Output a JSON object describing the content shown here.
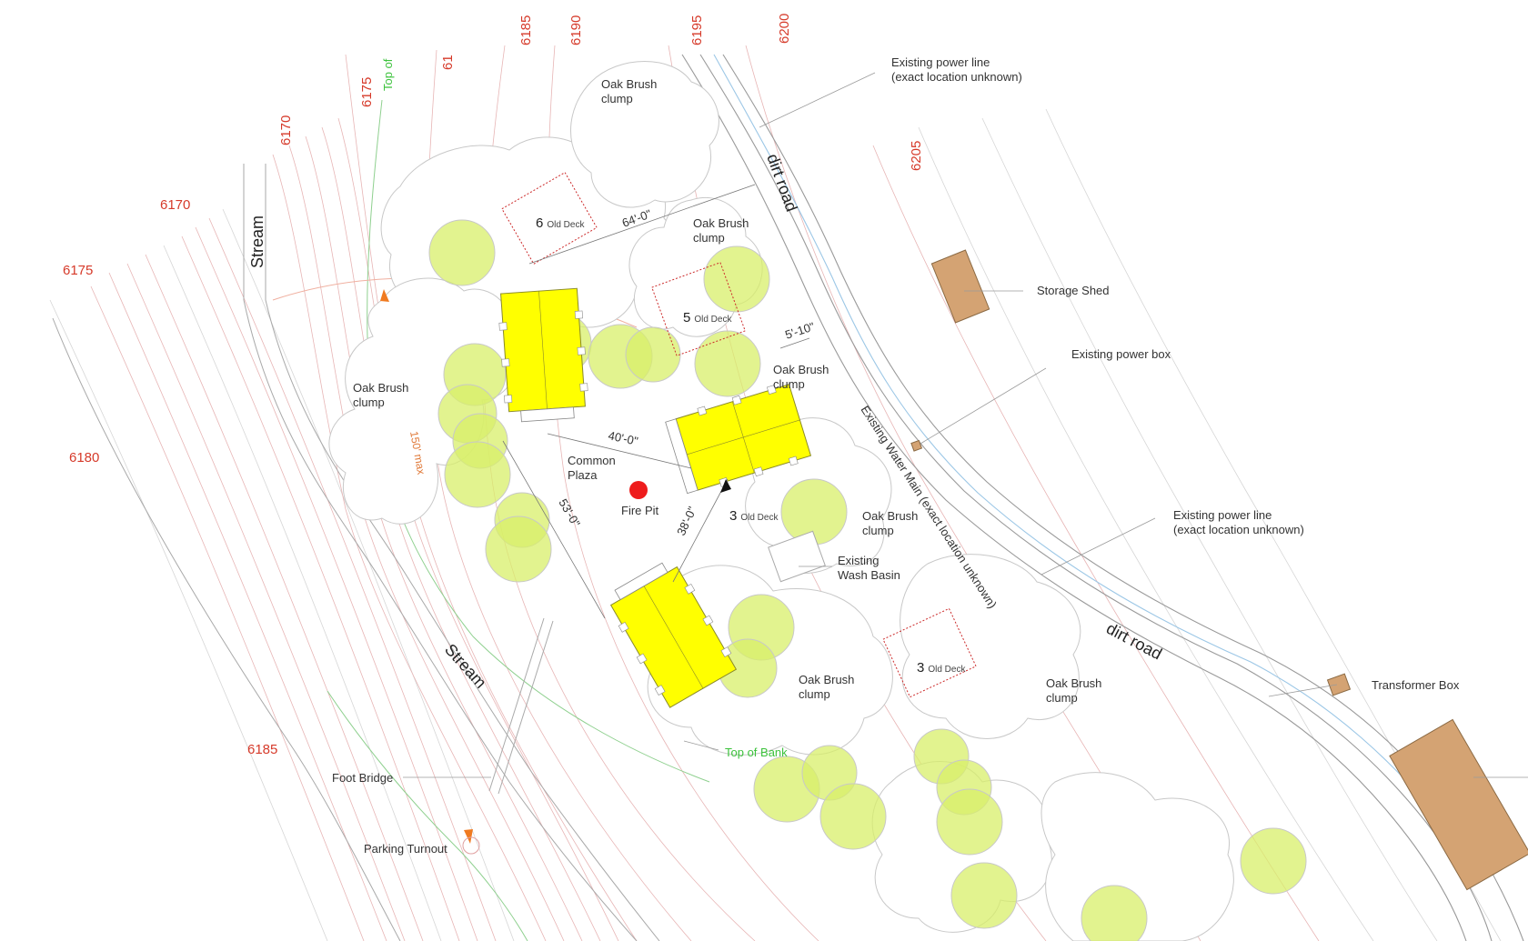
{
  "contour_labels": {
    "top_6185": "6185",
    "top_6190": "6190",
    "top_6195": "6195",
    "top_6200": "6200",
    "top_61": "61",
    "top_6175": "6175",
    "top_6170": "6170",
    "right_6205": "6205",
    "left_6170": "6170",
    "left_6175": "6175",
    "left_6180": "6180",
    "left_6185": "6185"
  },
  "labels": {
    "top_of": "Top of",
    "top_of_bank": "Top of Bank",
    "stream_upper": "Stream",
    "stream_lower": "Stream",
    "dirt_road_upper": "dirt road",
    "dirt_road_lower": "dirt road",
    "oak_top": [
      "Oak Brush",
      "clump"
    ],
    "oak_upper_center": [
      "Oak Brush",
      "clump"
    ],
    "oak_right_cabin": [
      "Oak Brush",
      "clump"
    ],
    "oak_left": [
      "Oak Brush",
      "clump"
    ],
    "oak_wash": [
      "Oak Brush",
      "clump"
    ],
    "oak_bottom_center": [
      "Oak Brush",
      "clump"
    ],
    "oak_bottom_right": [
      "Oak Brush",
      "clump"
    ],
    "common_plaza": [
      "Common",
      "Plaza"
    ],
    "fire_pit": "Fire Pit",
    "wash_basin": [
      "Existing",
      "Wash Basin"
    ],
    "power_line_top": [
      "Existing power line",
      "(exact location unknown)"
    ],
    "power_line_right": [
      "Existing power line",
      "(exact location unknown)"
    ],
    "water_main": "Existing Water Main (exact location unknown)",
    "storage_shed": "Storage Shed",
    "power_box": "Existing power box",
    "transformer_box": "Transformer Box",
    "foot_bridge": "Foot Bridge",
    "parking_turnout": "Parking Turnout",
    "max_radius": "150' max"
  },
  "decks": [
    {
      "num": "6",
      "label": "Old Deck"
    },
    {
      "num": "5",
      "label": "Old Deck"
    },
    {
      "num": "3",
      "label": "Old Deck"
    },
    {
      "num": "3",
      "label": "Old Deck"
    }
  ],
  "dimensions": {
    "d64": "64'-0\"",
    "d40": "40'-0\"",
    "d5_10": "5'-10\"",
    "d53": "53'-0\"",
    "d38": "38'-0\""
  },
  "colors": {
    "cabin": "#ffff00",
    "tree": "#d8ef6a",
    "contour": "#e7b5b5",
    "contour_label": "#d63a2a",
    "fire_pit": "#ee1c1c",
    "shed": "#d4a373",
    "water_main": "#9cc7e6",
    "top_of_bank": "#3cc23c"
  }
}
